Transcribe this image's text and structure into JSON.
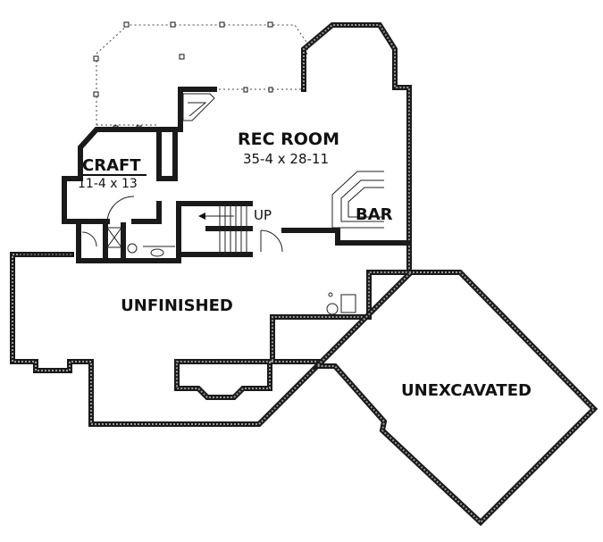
{
  "rooms": {
    "rec_room": {
      "name": "REC ROOM",
      "dimensions": "35-4 x 28-11"
    },
    "craft": {
      "name": "CRAFT",
      "dimensions": "11-4 x 13"
    },
    "bar": {
      "name": "BAR"
    },
    "unfinished": {
      "name": "UNFINISHED"
    },
    "unexcavated": {
      "name": "UNEXCAVATED"
    }
  },
  "stairs": {
    "direction_label": "UP"
  }
}
